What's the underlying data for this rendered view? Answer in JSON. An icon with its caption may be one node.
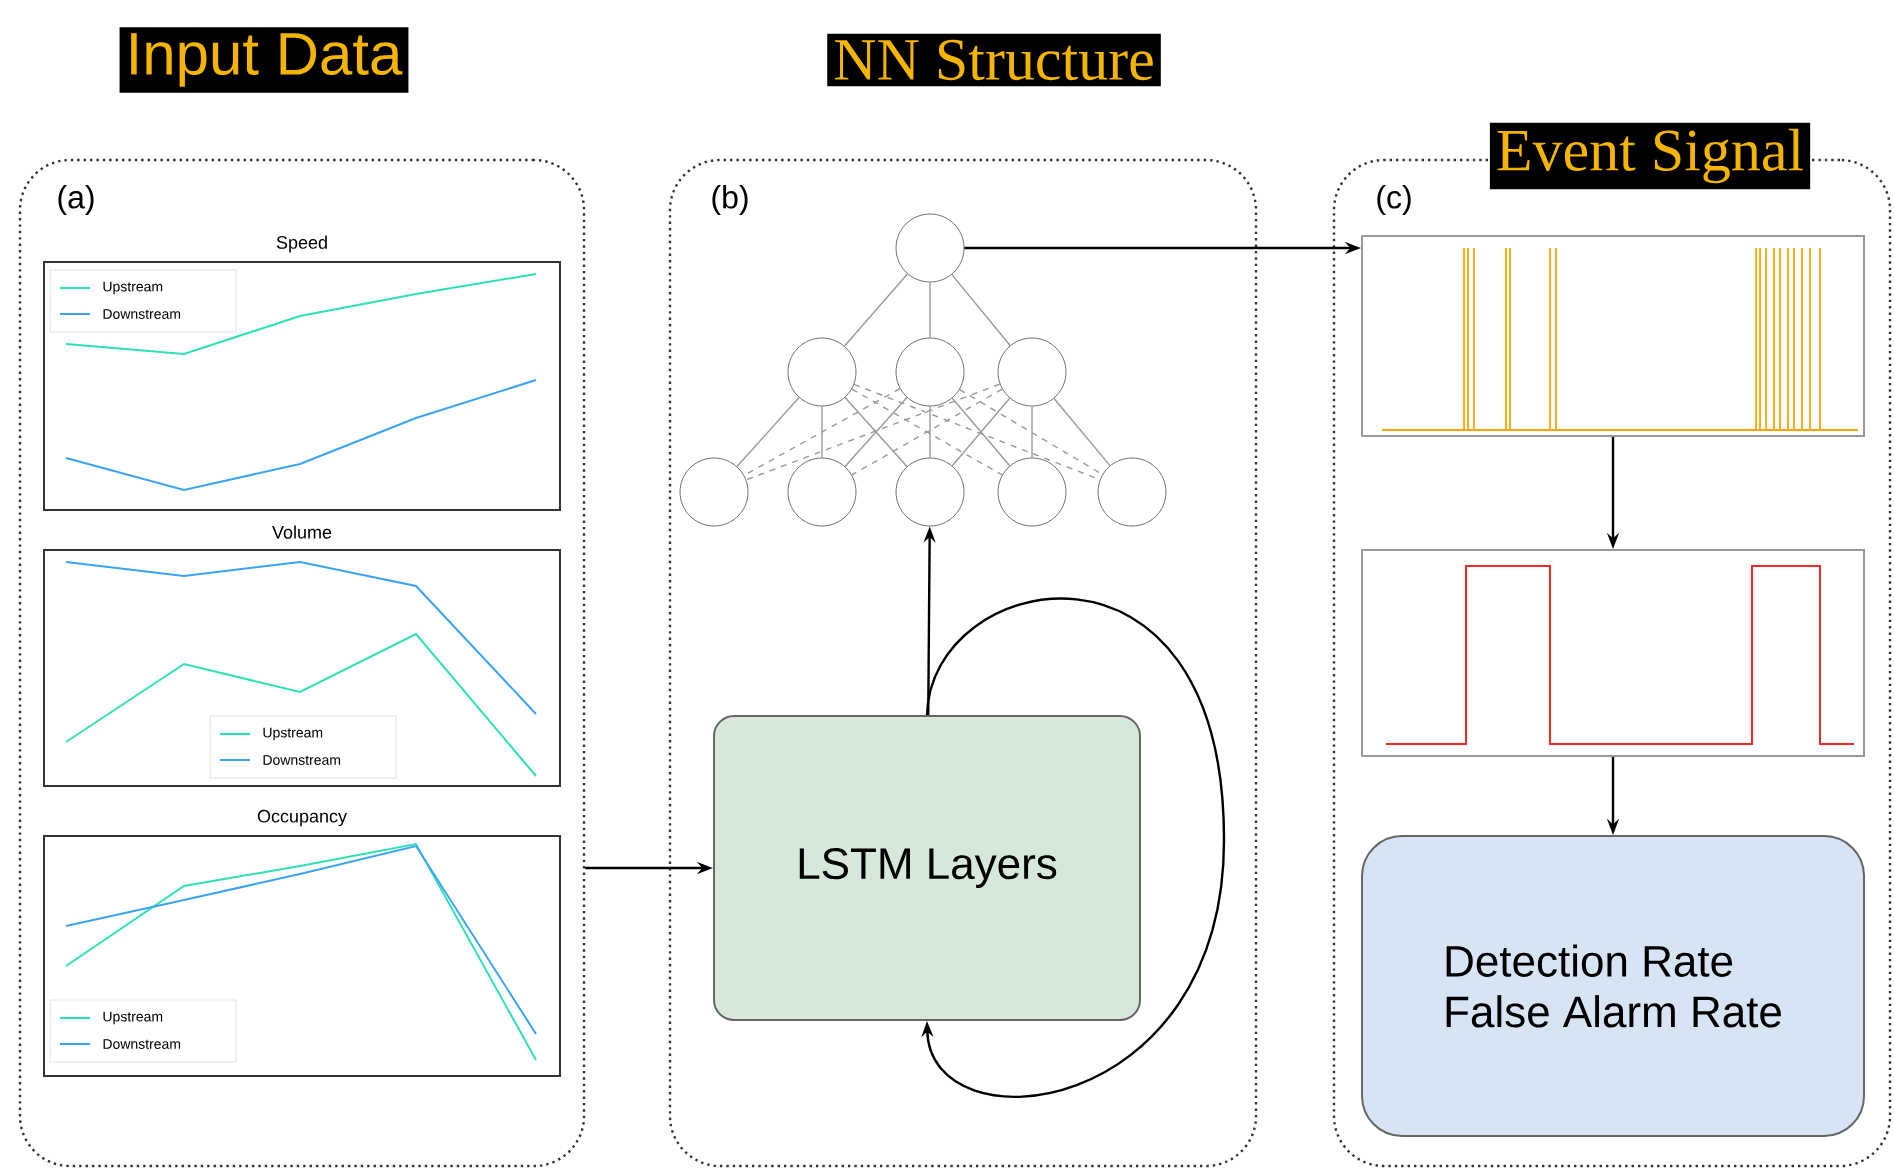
{
  "diagram": {
    "nodes": [
      {
        "text": [
          "Input Data",
          "(a)"
        ]
      },
      {
        "text": [
          "Speed"
        ],
        "in": 0
      },
      {
        "text": [
          "Volume"
        ],
        "in": 0
      },
      {
        "text": [
          "Occupancy"
        ],
        "in": 0
      },
      {
        "text": [
          "NN Structure",
          "(b)"
        ]
      },
      {
        "text": [],
        "shape": "circle",
        "in": 4
      },
      {
        "text": [],
        "shape": "circle",
        "in": 4
      },
      {
        "text": [],
        "shape": "circle",
        "in": 4
      },
      {
        "text": [],
        "shape": "circle",
        "in": 4
      },
      {
        "text": [],
        "shape": "circle",
        "in": 4
      },
      {
        "text": [],
        "shape": "circle",
        "in": 4
      },
      {
        "text": [],
        "shape": "circle",
        "in": 4
      },
      {
        "text": [],
        "shape": "circle",
        "in": 4
      },
      {
        "text": [],
        "shape": "circle",
        "in": 4
      },
      {
        "text": [
          "LSTM Layers"
        ],
        "in": 4
      },
      {
        "text": [
          "Event Signal",
          "(c)"
        ]
      },
      {
        "text": [],
        "shape": "box",
        "in": 15
      },
      {
        "text": [],
        "shape": "box",
        "in": 15
      },
      {
        "text": [
          "Detection Rate",
          "False Alarm Rate"
        ],
        "in": 15
      }
    ],
    "edges": [
      {
        "from": 0,
        "to": 14,
        "arrow": "to",
        "color": "#000000"
      },
      {
        "from": 14,
        "to": 11,
        "arrow": "to",
        "color": "#000000"
      },
      {
        "from": 14,
        "to": 14,
        "arrow": "to",
        "color": "#000000"
      },
      {
        "from": 5,
        "to": 16,
        "arrow": "to",
        "color": "#000000"
      },
      {
        "from": 16,
        "to": 17,
        "arrow": "to",
        "color": "#000000"
      },
      {
        "from": 17,
        "to": 18,
        "arrow": "to",
        "color": "#000000"
      },
      {
        "from": 5,
        "to": 6,
        "arrow": "none",
        "color": "#999999"
      },
      {
        "from": 5,
        "to": 7,
        "arrow": "none",
        "color": "#999999"
      },
      {
        "from": 5,
        "to": 8,
        "arrow": "none",
        "color": "#999999"
      },
      {
        "from": 6,
        "to": 9,
        "arrow": "none",
        "color": "#999999"
      },
      {
        "from": 6,
        "to": 10,
        "arrow": "none",
        "color": "#999999"
      },
      {
        "from": 6,
        "to": 11,
        "arrow": "none",
        "color": "#999999"
      },
      {
        "from": 6,
        "to": 12,
        "arrow": "none",
        "style": "dashed",
        "color": "#999999"
      },
      {
        "from": 6,
        "to": 13,
        "arrow": "none",
        "style": "dashed",
        "color": "#999999"
      },
      {
        "from": 7,
        "to": 9,
        "arrow": "none",
        "style": "dashed",
        "color": "#999999"
      },
      {
        "from": 7,
        "to": 10,
        "arrow": "none",
        "color": "#999999"
      },
      {
        "from": 7,
        "to": 11,
        "arrow": "none",
        "color": "#999999"
      },
      {
        "from": 7,
        "to": 12,
        "arrow": "none",
        "color": "#999999"
      },
      {
        "from": 7,
        "to": 13,
        "arrow": "none",
        "style": "dashed",
        "color": "#999999"
      },
      {
        "from": 8,
        "to": 9,
        "arrow": "none",
        "style": "dashed",
        "color": "#999999"
      },
      {
        "from": 8,
        "to": 10,
        "arrow": "none",
        "style": "dashed",
        "color": "#999999"
      },
      {
        "from": 8,
        "to": 11,
        "arrow": "none",
        "color": "#999999"
      },
      {
        "from": 8,
        "to": 12,
        "arrow": "none",
        "color": "#999999"
      },
      {
        "from": 8,
        "to": 13,
        "arrow": "none",
        "color": "#999999"
      }
    ],
    "legend": [
      {
        "text": "Upstream"
      },
      {
        "text": "Downstream"
      },
      {
        "text": "Upstream"
      },
      {
        "text": "Downstream"
      },
      {
        "text": "Upstream"
      },
      {
        "text": "Downstream"
      }
    ]
  }
}
